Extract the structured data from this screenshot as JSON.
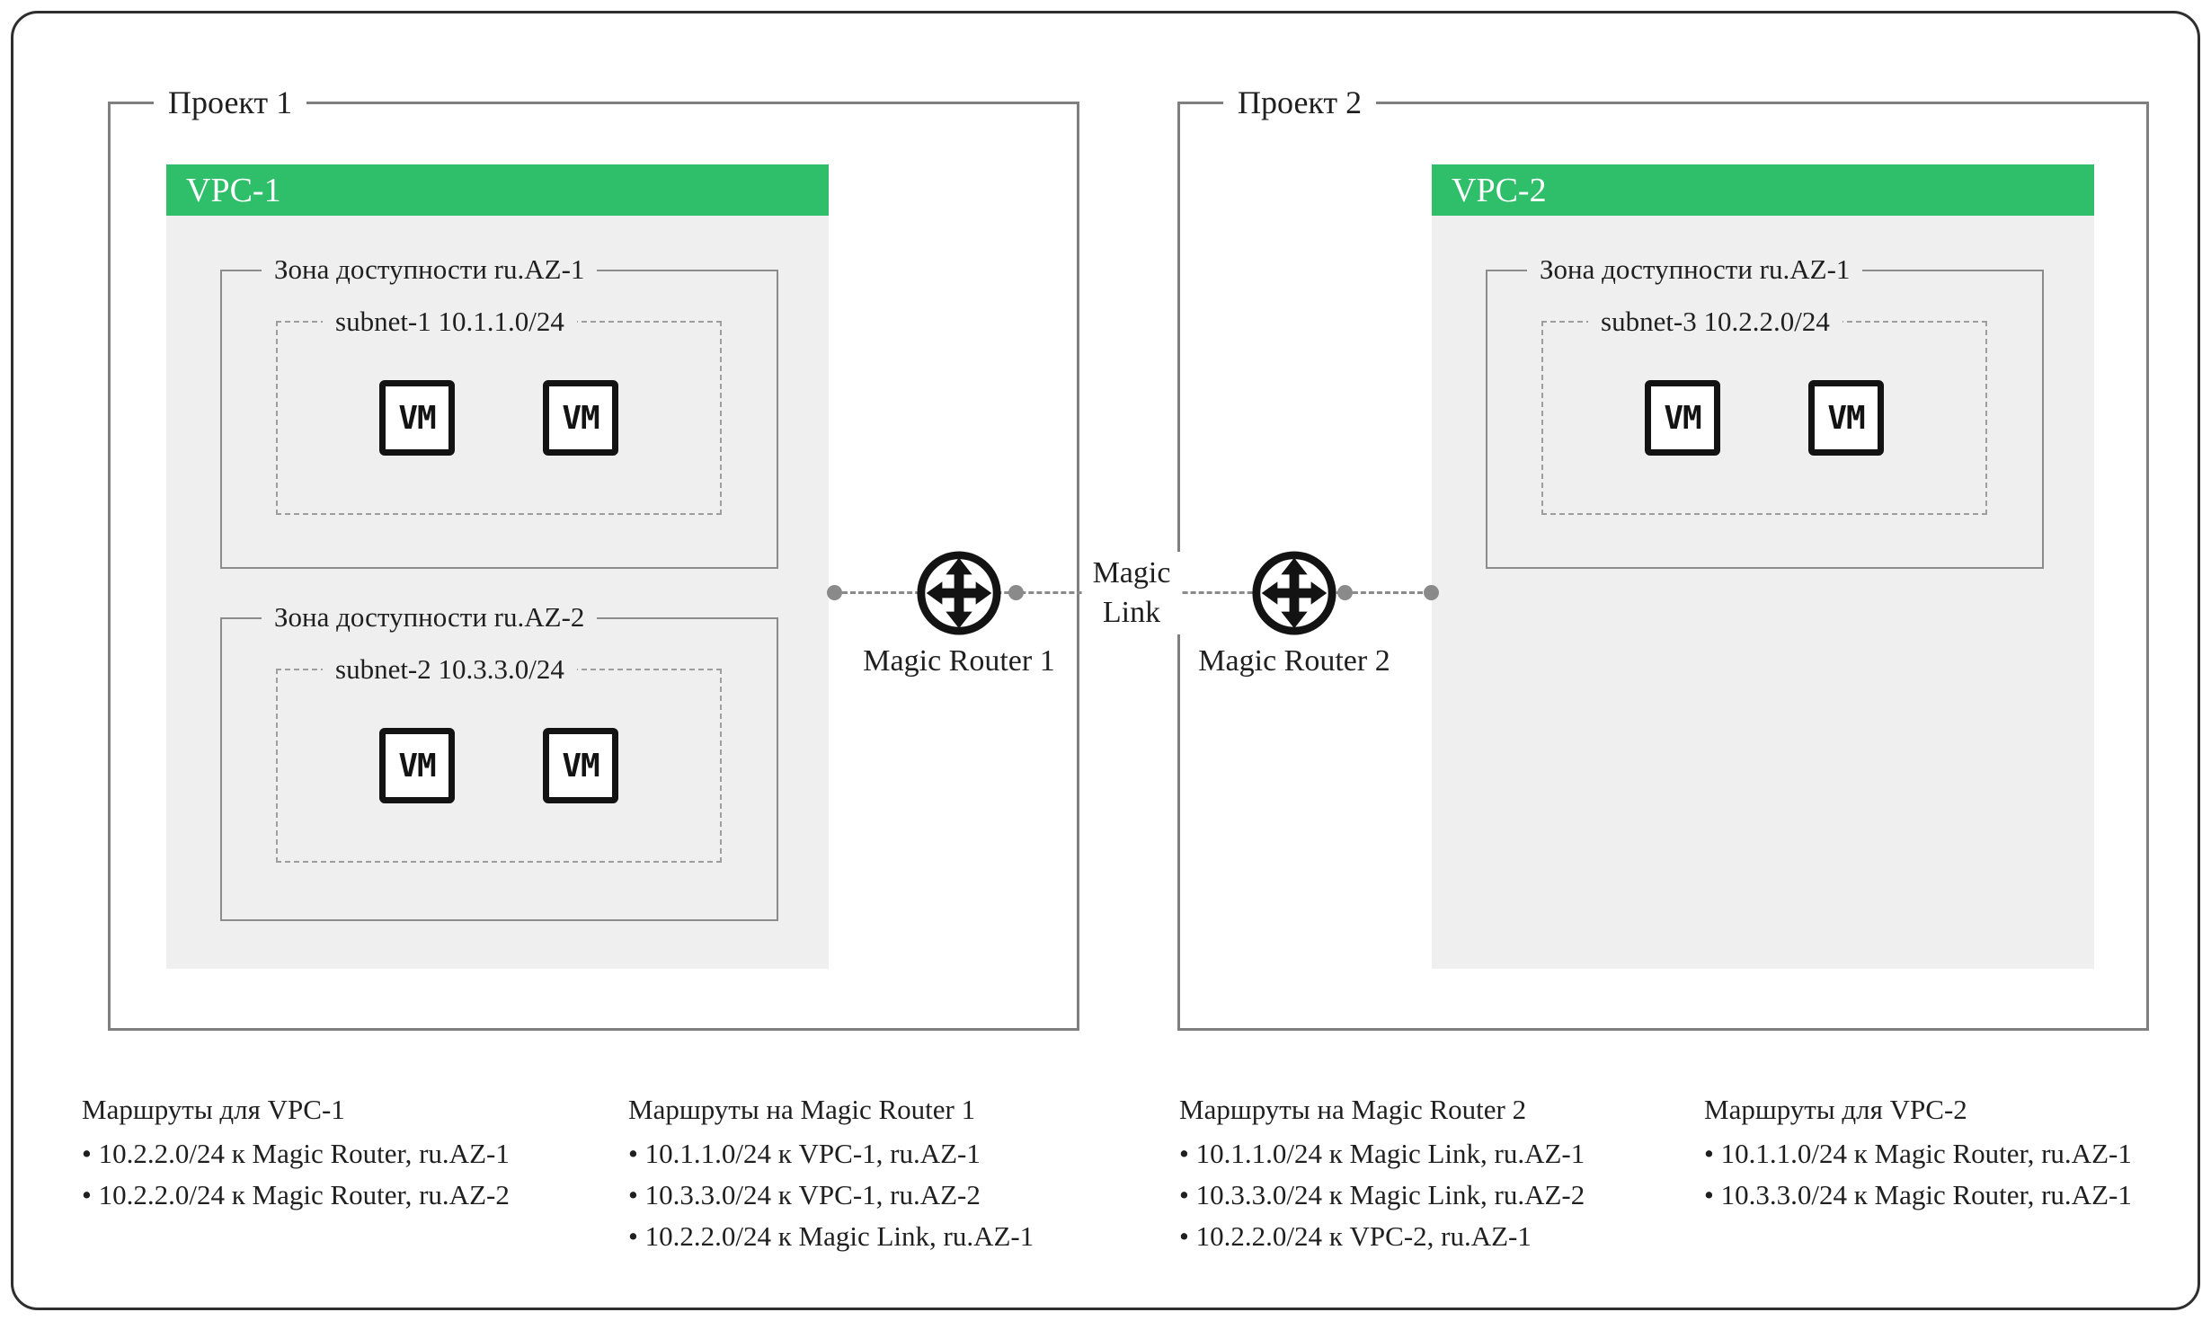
{
  "colors": {
    "vpc_header_green": "#2FBE69",
    "vpc_body_gray": "#EFEFEF",
    "project_border_gray": "#7F7F7F",
    "zone_border_gray": "#8C8C8C",
    "subnet_dashed_gray": "#9E9E9E",
    "frame_border": "#2E2E2E",
    "connector_gray": "#8A8A8A",
    "text": "#1F1F1F"
  },
  "icons": {
    "router": "router-cross-arrows-icon",
    "vm": "vm-box-icon",
    "dot": "connector-dot"
  },
  "projects": [
    {
      "label": "Проект 1",
      "vpc": {
        "name": "VPC-1",
        "zones": [
          {
            "label": "Зона доступности ru.AZ-1",
            "subnet": {
              "label": "subnet-1 10.1.1.0/24",
              "vms": [
                "VM",
                "VM"
              ]
            }
          },
          {
            "label": "Зона доступности ru.AZ-2",
            "subnet": {
              "label": "subnet-2 10.3.3.0/24",
              "vms": [
                "VM",
                "VM"
              ]
            }
          }
        ]
      }
    },
    {
      "label": "Проект 2",
      "vpc": {
        "name": "VPC-2",
        "zones": [
          {
            "label": "Зона доступности ru.AZ-1",
            "subnet": {
              "label": "subnet-3 10.2.2.0/24",
              "vms": [
                "VM",
                "VM"
              ]
            }
          }
        ]
      }
    }
  ],
  "routers": [
    {
      "label": "Magic Router 1"
    },
    {
      "label": "Magic Router 2"
    }
  ],
  "magic_link": {
    "line1": "Magic",
    "line2": "Link"
  },
  "route_tables": [
    {
      "title": "Маршруты для VPC-1",
      "routes": [
        "10.2.2.0/24 к Magic Router, ru.AZ-1",
        "10.2.2.0/24 к Magic Router, ru.AZ-2"
      ]
    },
    {
      "title": "Маршруты на Magic Router 1",
      "routes": [
        "10.1.1.0/24 к VPC-1, ru.AZ-1",
        "10.3.3.0/24 к VPC-1, ru.AZ-2",
        "10.2.2.0/24 к Magic Link, ru.AZ-1"
      ]
    },
    {
      "title": "Маршруты на Magic Router 2",
      "routes": [
        "10.1.1.0/24 к Magic Link, ru.AZ-1",
        "10.3.3.0/24 к Magic Link, ru.AZ-2",
        "10.2.2.0/24 к VPC-2, ru.AZ-1"
      ]
    },
    {
      "title": "Маршруты для VPC-2",
      "routes": [
        "10.1.1.0/24 к Magic Router, ru.AZ-1",
        "10.3.3.0/24 к Magic Router, ru.AZ-1"
      ]
    }
  ]
}
